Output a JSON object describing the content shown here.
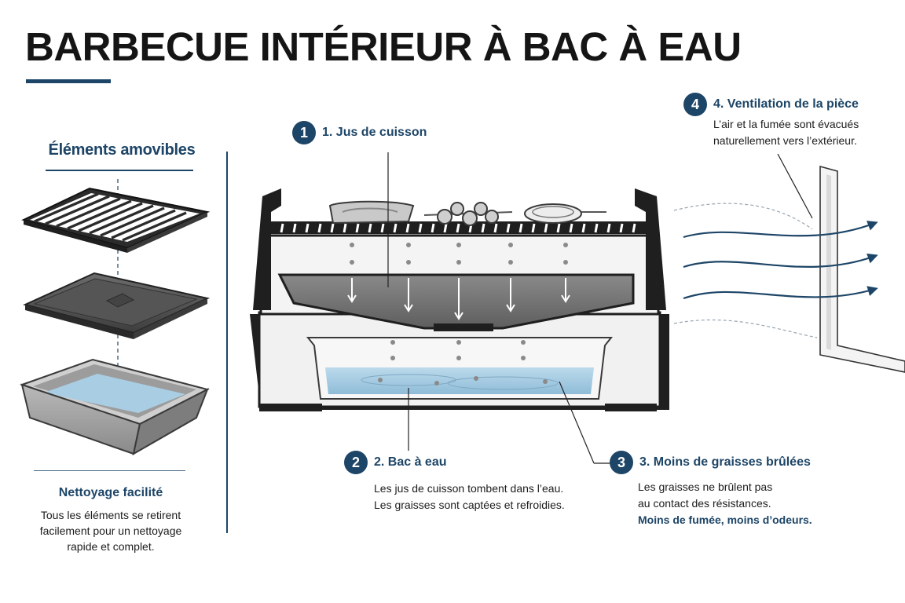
{
  "title": "BARBECUE INTÉRIEUR À BAC À EAU",
  "removable": {
    "heading": "Éléments amovibles",
    "cleaning_title": "Nettoyage facilité",
    "cleaning_lines": [
      "Tous les éléments se retirent",
      "facilement pour un nettoyage",
      "rapide et complet."
    ]
  },
  "callouts": [
    {
      "number": "1",
      "title": "1. Jus de cuisson",
      "lines": []
    },
    {
      "number": "2",
      "title": "2. Bac à eau",
      "lines": [
        "Les jus de cuisson tombent dans l’eau.",
        "Les graisses sont captées et refroidies."
      ]
    },
    {
      "number": "3",
      "title": "3. Moins de graisses brûlées",
      "lines": [
        "Les graisses ne brûlent pas",
        "au contact des résistances."
      ],
      "highlight": "Moins de fumée, moins d’odeurs."
    },
    {
      "number": "4",
      "title": "4. Ventilation de la pièce",
      "lines": [
        "L’air et la fumée sont évacués",
        "naturellement vers l’extérieur."
      ]
    }
  ],
  "colors": {
    "accent": "#1d4567",
    "water": "#a9cde3",
    "metal": "#8f8f8f"
  }
}
